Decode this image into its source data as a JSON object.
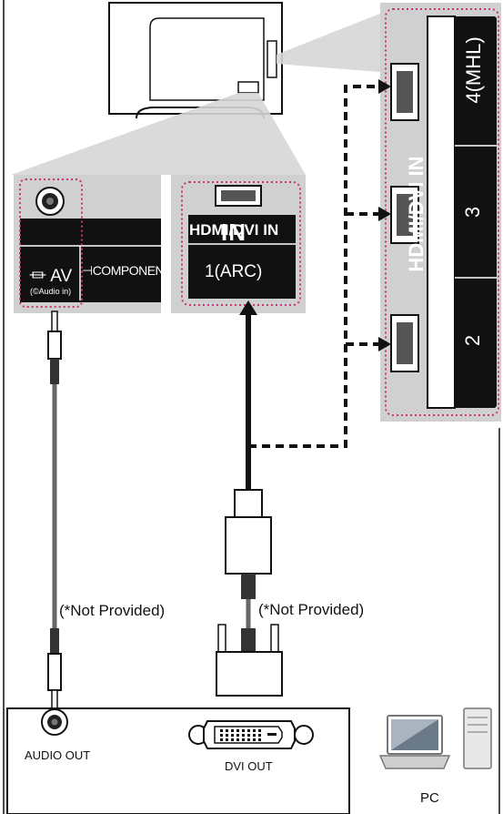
{
  "panels": {
    "av": {
      "title": "IN",
      "av_label": "⏛ AV",
      "av_sub": "(©Audio in)",
      "component_label": "⊣COMPONENT"
    },
    "hdmi1": {
      "title": "HDMI/DVI IN",
      "port_label": "1(ARC)"
    },
    "hdmi_side": {
      "title": "HDMI/DVI IN",
      "ports": [
        "4(MHL)",
        "3",
        "2"
      ]
    }
  },
  "cables": {
    "audio_note": "(*Not Provided)",
    "dvi_note": "(*Not Provided)"
  },
  "device": {
    "audio_out": "AUDIO OUT",
    "dvi_out": "DVI OUT",
    "pc_label": "PC"
  },
  "colors": {
    "panel_bg": "#d0d0d0",
    "port_block": "#111111",
    "highlight_dots": "#cc3377",
    "cable": "#222222"
  }
}
